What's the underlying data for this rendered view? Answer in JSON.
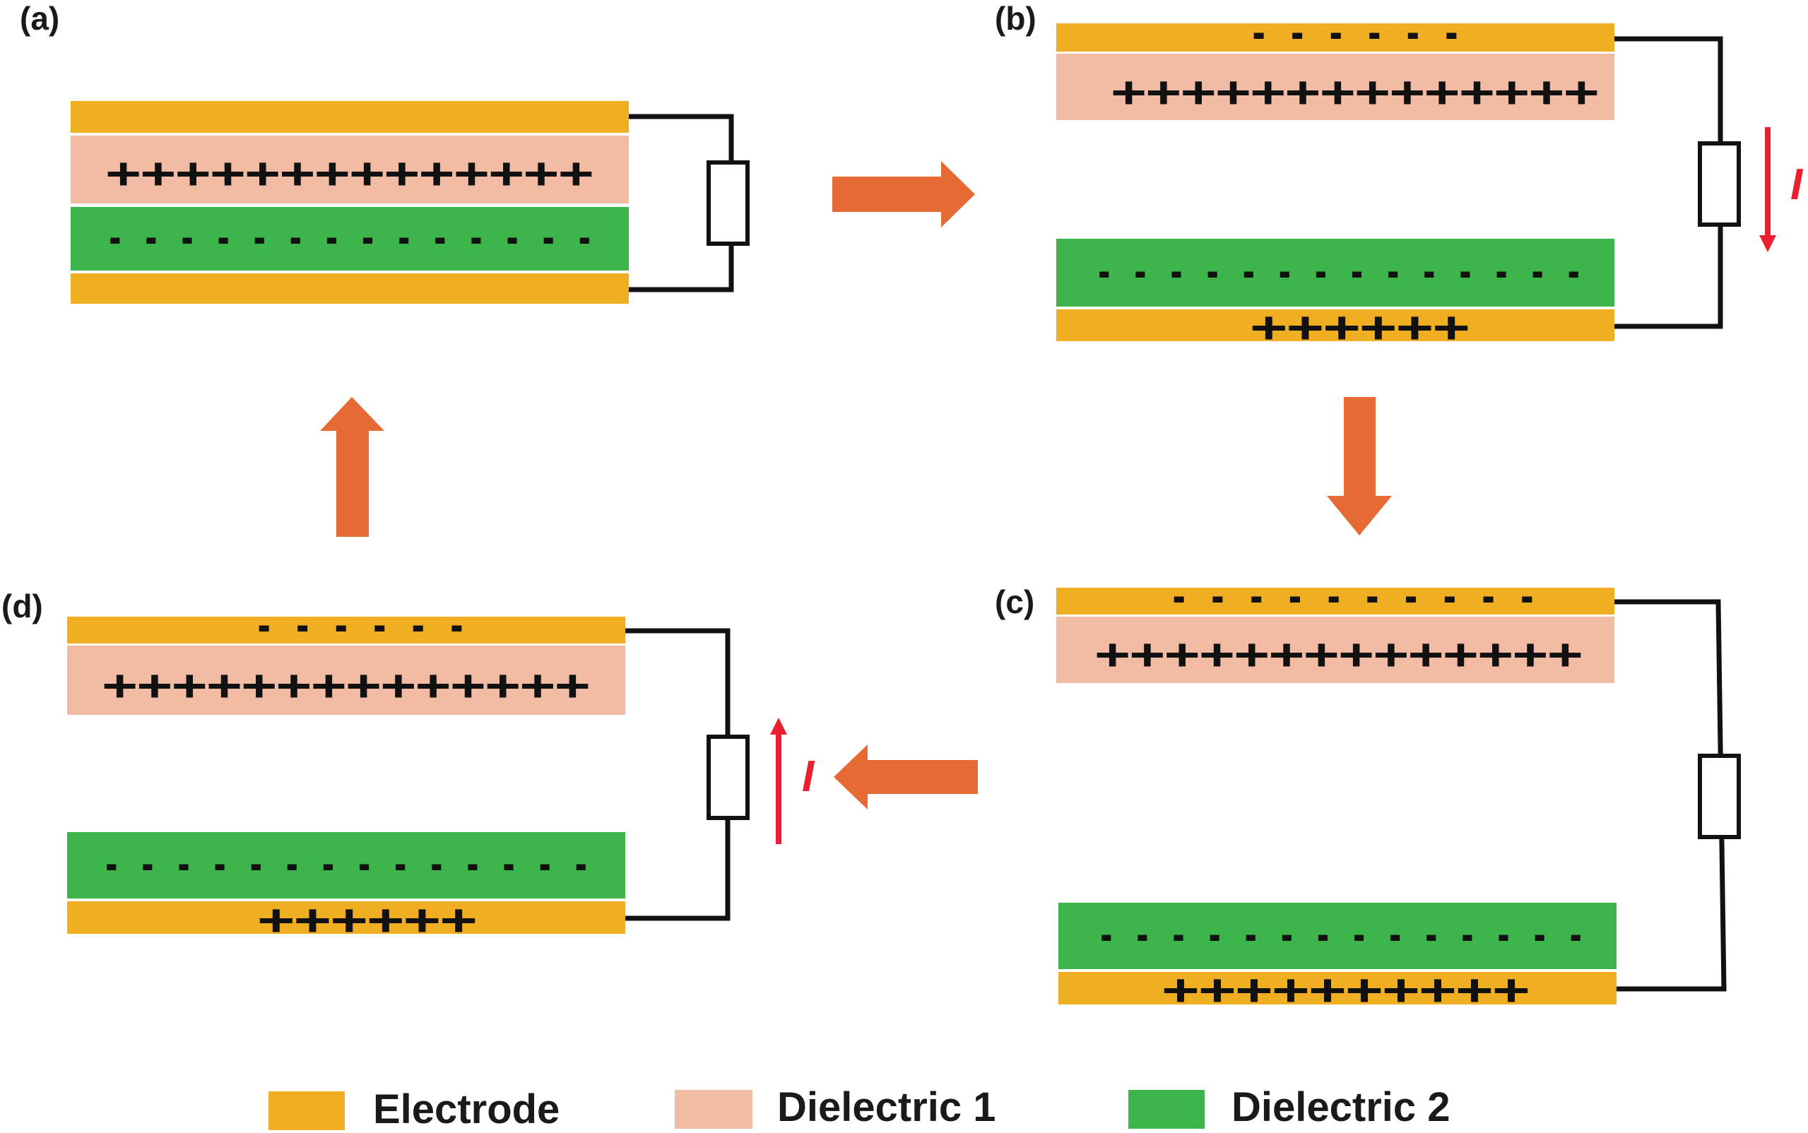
{
  "panels": {
    "a": {
      "label": "(a)",
      "diel1_charges": "++++++++++++++",
      "diel2_charges": "- - - - - - - - - - - - - -"
    },
    "b": {
      "label": "(b)",
      "top_electrode_charges": "- - - - - -",
      "diel1_charges": "++++++++++++++",
      "diel2_charges": "- - - - - - - - - - - - - -",
      "bottom_electrode_charges": "++++++",
      "current_label": "I"
    },
    "c": {
      "label": "(c)",
      "top_electrode_charges": "- - - - - - - - - -",
      "diel1_charges": "++++++++++++++",
      "diel2_charges": "- - - - - - - - - - - - - -",
      "bottom_electrode_charges": "++++++++++"
    },
    "d": {
      "label": "(d)",
      "top_electrode_charges": "- - - - - -",
      "diel1_charges": "++++++++++++++",
      "diel2_charges": "- - - - - - - - - - - - - -",
      "bottom_electrode_charges": "++++++",
      "current_label": "I"
    }
  },
  "legend": {
    "electrode": "Electrode",
    "dielectric1": "Dielectric 1",
    "dielectric2": "Dielectric 2"
  },
  "colors": {
    "electrode": "#F0AE22",
    "dielectric1": "#F2BBA4",
    "dielectric2": "#3DB54A",
    "cycle_arrow": "#E66A33",
    "current_arrow": "#E8202F"
  }
}
